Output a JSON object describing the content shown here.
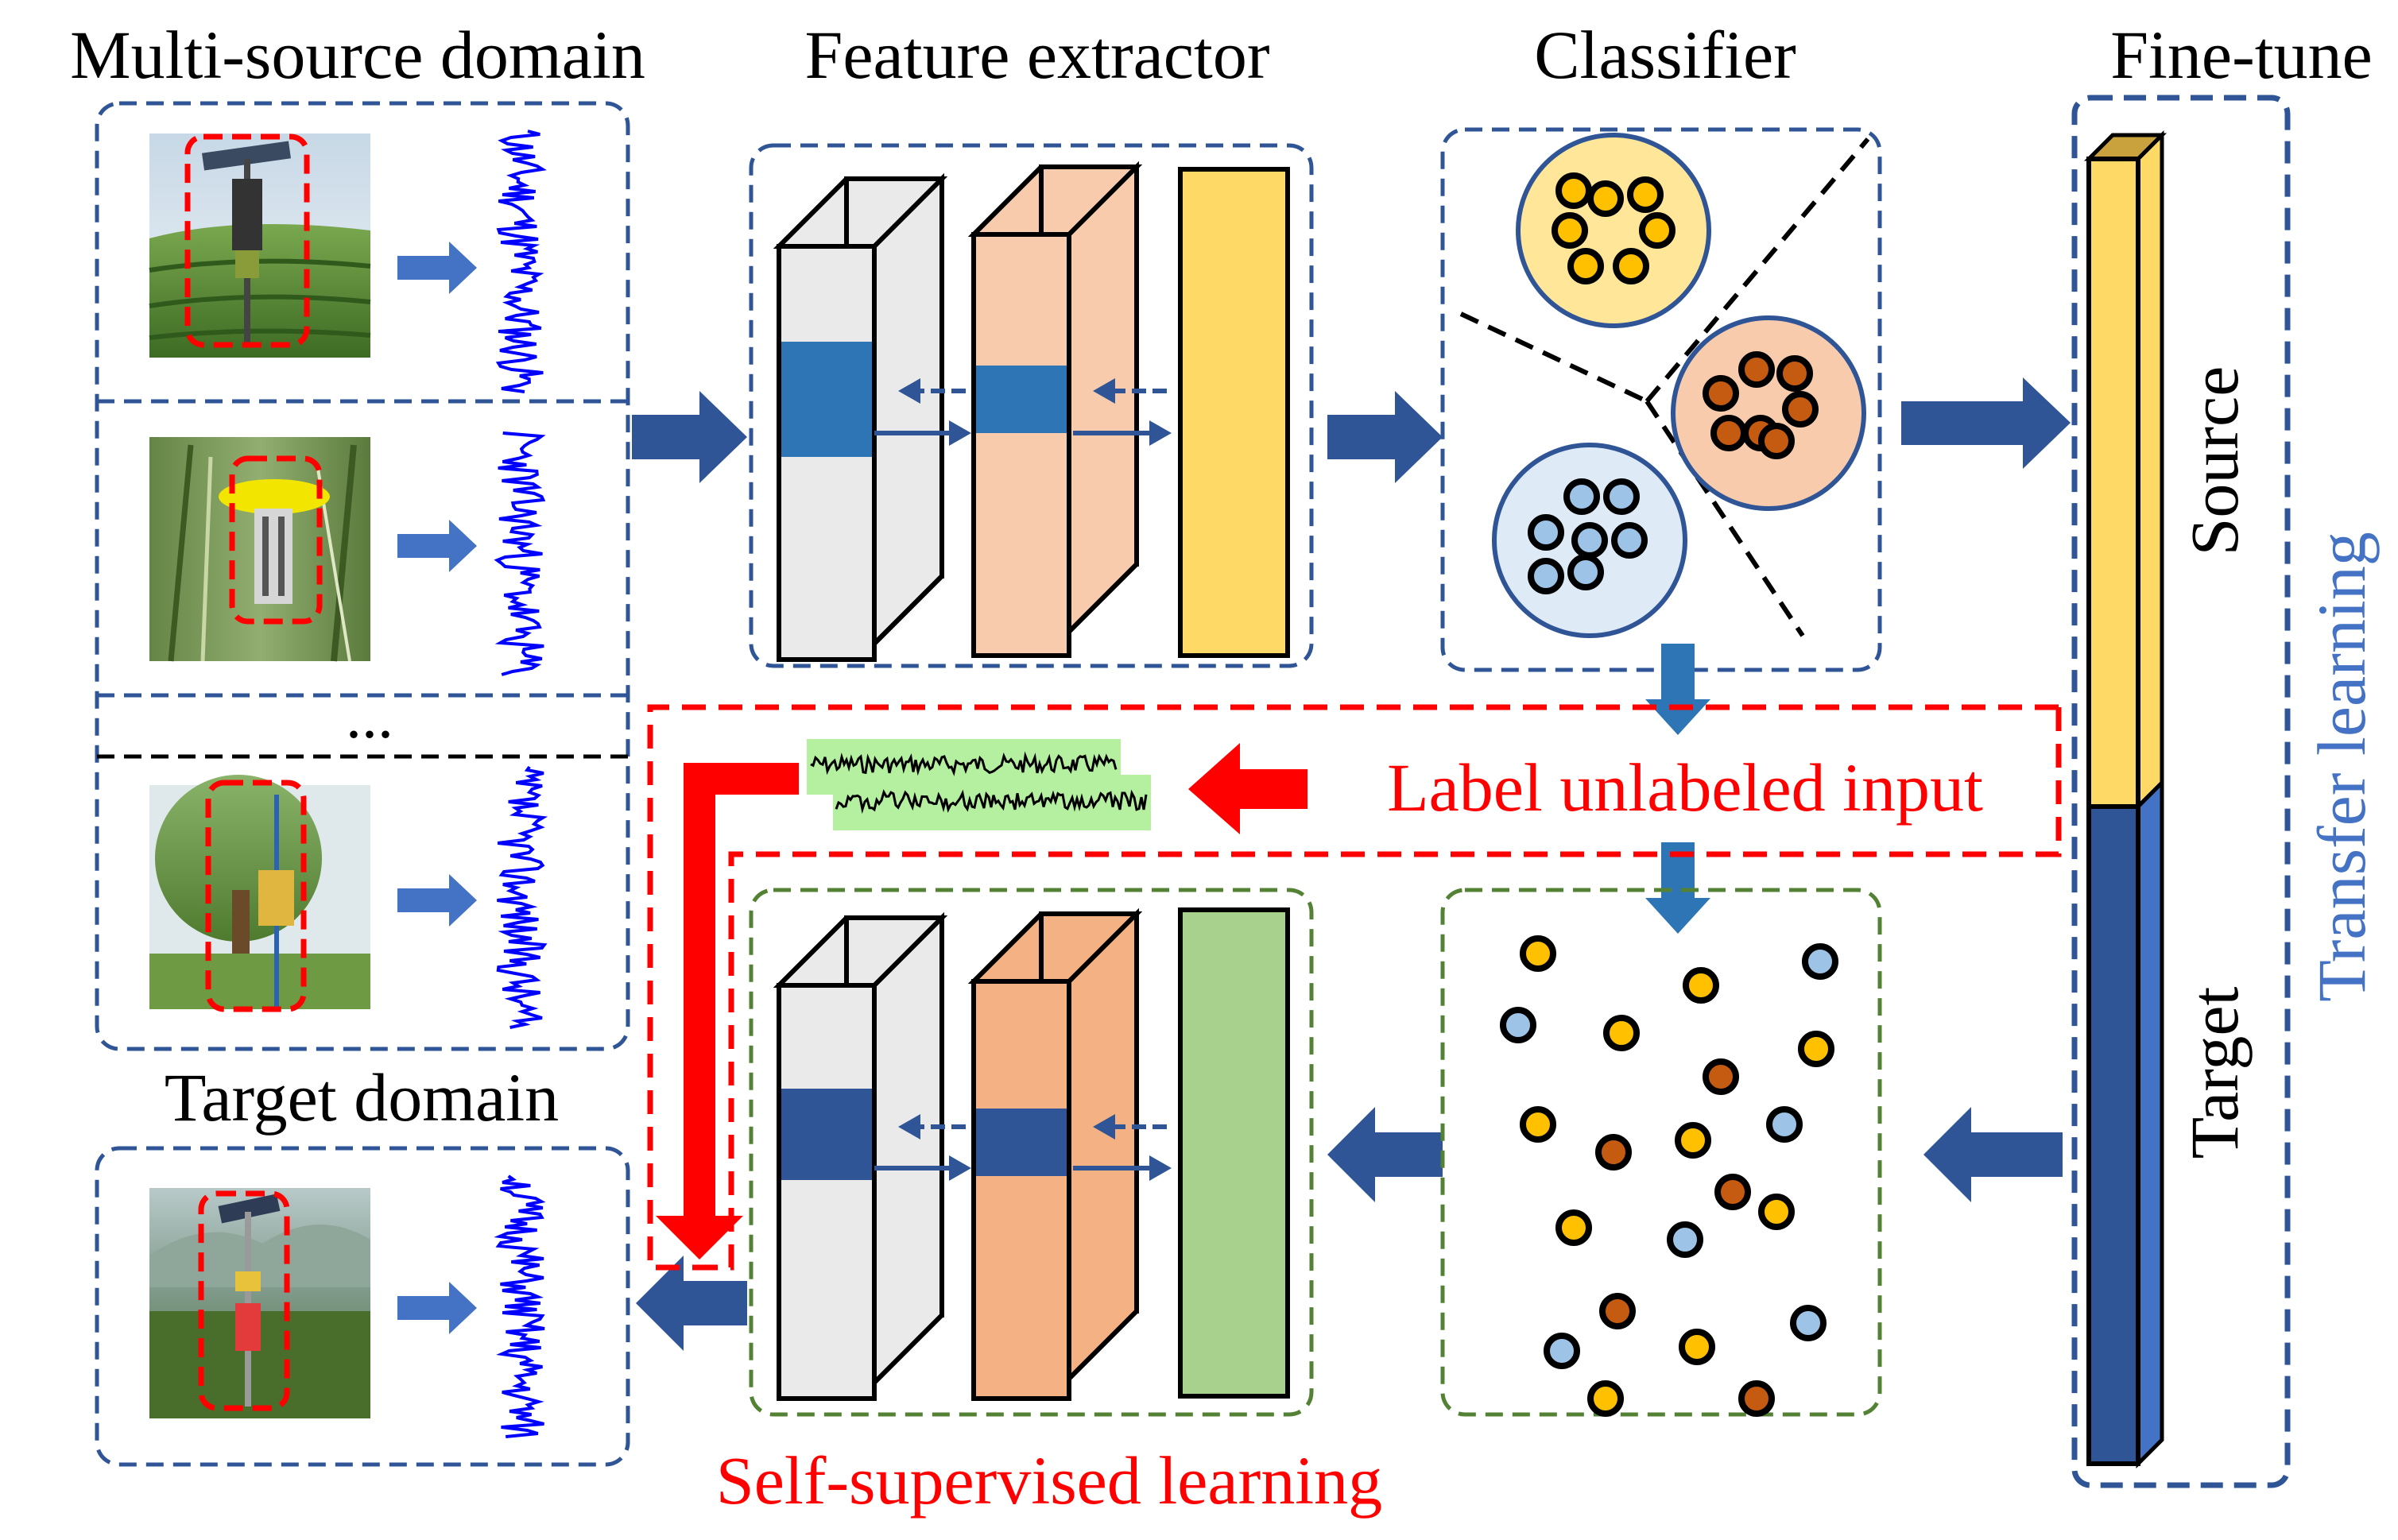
{
  "labels": {
    "multi_source_domain": "Multi-source domain",
    "feature_extractor": "Feature extractor",
    "classifier": "Classifier",
    "fine_tune": "Fine-tune",
    "target_domain": "Target domain",
    "ellipsis": "...",
    "label_unlabeled_input": "Label unlabeled input",
    "self_supervised_learning": "Self-supervised learning",
    "source": "Source",
    "target": "Target",
    "transfer_learning": "Transfer learning"
  },
  "colors": {
    "navy": "#2f5597",
    "arrow_blue": "#4472c4",
    "light_blue_arrow": "#2e75b6",
    "red": "#ff0000",
    "signal_blue": "#0000ff",
    "yellow": "#ffd966",
    "yellow_light": "#ffe699",
    "orange_light": "#f8cbad",
    "orange": "#f4b183",
    "green": "#a9d18e",
    "light_green": "#b4f0a0",
    "dot_yellow": "#ffc000",
    "dot_brown": "#c55a11",
    "dot_blue": "#9dc3e6",
    "circle_blue": "#deebf7",
    "dashed_green": "#548235",
    "grey": "#eaeaea"
  },
  "icons": {
    "photo_tea_field_trap": "solar-insect-trap-photo",
    "photo_reed_trap": "yellow-lamp-trap-photo",
    "photo_tree_trap": "pole-trap-photo",
    "photo_mountain_trap": "target-trap-photo",
    "signal": "waveform-icon"
  }
}
